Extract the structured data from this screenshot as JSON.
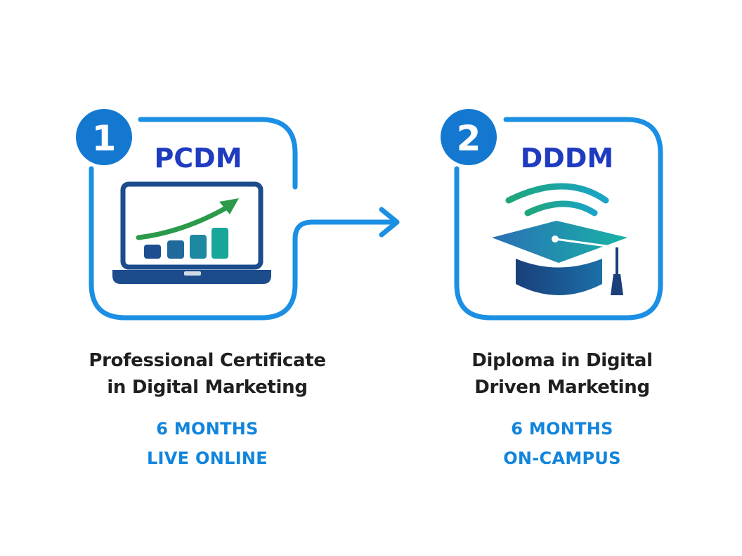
{
  "programs": [
    {
      "number": "1",
      "abbreviation": "PCDM",
      "title_line1": "Professional Certificate",
      "title_line2": "in Digital Marketing",
      "duration": "6 MONTHS",
      "mode": "LIVE ONLINE",
      "icon": "laptop-growth-chart-icon"
    },
    {
      "number": "2",
      "abbreviation": "DDDM",
      "title_line1": "Diploma in Digital",
      "title_line2": "Driven Marketing",
      "duration": "6 MONTHS",
      "mode": "ON-CAMPUS",
      "icon": "graduation-cap-signal-icon"
    }
  ],
  "connector_icon": "arrow-right-icon",
  "colors": {
    "frame": "#1b8fe3",
    "badge": "#1478d0",
    "abbreviation": "#1f3bbf",
    "accent_text": "#1185dd",
    "title_text": "#1f1f1f",
    "chart_green": "#2b9a4a",
    "navy": "#1a4a86"
  }
}
